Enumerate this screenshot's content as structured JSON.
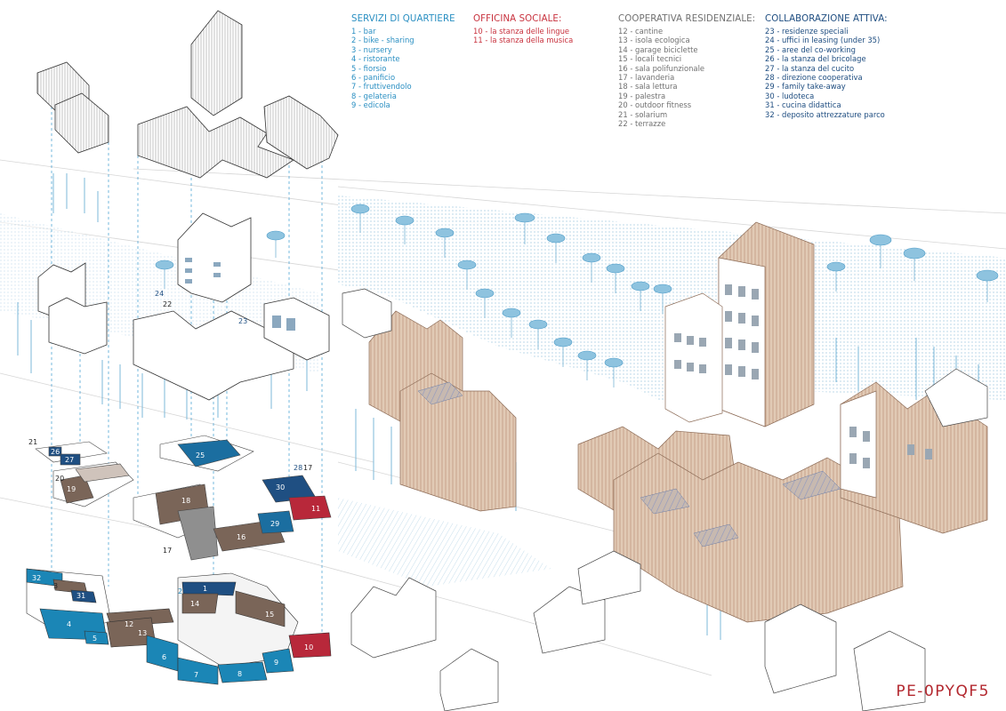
{
  "legend": {
    "servizi": {
      "title": "SERVIZI DI QUARTIERE",
      "color": "#2a8fc2",
      "items": [
        "1 - bar",
        "2 - bike - sharing",
        "3 - nursery",
        "4 - ristorante",
        "5 - fiorsio",
        "6 - panificio",
        "7 - fruttivendolo",
        "8 - gelateria",
        "9 - edicola"
      ]
    },
    "officina": {
      "title": "OFFICINA SOCIALE:",
      "color": "#c8323e",
      "items": [
        "10 - la stanza delle lingue",
        "11 - la stanza della musica"
      ]
    },
    "cooperativa": {
      "title": "COOPERATIVA RESIDENZIALE:",
      "color": "#707070",
      "items": [
        "12 - cantine",
        "13 - isola ecologica",
        "14 - garage biciclette",
        "15 - locali tecnici",
        "16 - sala polifunzionale",
        "17 - lavanderia",
        "18 - sala lettura",
        "19 - palestra",
        "20 - outdoor fitness",
        "21 - solarium",
        "22 - terrazze"
      ]
    },
    "collaborazione": {
      "title": "COLLABORAZIONE ATTIVA:",
      "color": "#1e4d80",
      "items": [
        "23 - residenze speciali",
        "24 - uffici in leasing (under 35)",
        "25 - aree del co-working",
        "26 - la stanza del bricolage",
        "27 - la stanza del cucito",
        "28 - direzione cooperativa",
        "29 - family take-away",
        "30 - ludoteca",
        "31 - cucina didattica",
        "32 - deposito attrezzature parco"
      ]
    }
  },
  "labels": {
    "l24": "24",
    "l22": "22",
    "l23": "23",
    "l21": "21",
    "l26a": "26",
    "l27a": "27",
    "l25": "25",
    "l20": "20",
    "l19": "19",
    "l18": "18",
    "l28": "28",
    "l17a": "17",
    "l30": "30",
    "l11": "11",
    "l29": "29",
    "l16": "16",
    "l17b": "17",
    "l32": "32",
    "l3": "3",
    "l31": "31",
    "l2": "2",
    "l1": "1",
    "l14": "14",
    "l4": "4",
    "l12": "12",
    "l13": "13",
    "l15": "15",
    "l5": "5",
    "l6": "6",
    "l7": "7",
    "l8": "8",
    "l9": "9",
    "l10": "10"
  },
  "code": "PE-0PYQF5",
  "colors": {
    "wood": "#dcc3ab",
    "wood_dark": "#b98d72",
    "blue_zone": "#1b86b6",
    "navy_zone": "#1f4f82",
    "brown_zone": "#7a6558",
    "grey_zone": "#8b8b8b",
    "red_zone": "#b8283a",
    "tree_blue": "#6fb2d6"
  }
}
